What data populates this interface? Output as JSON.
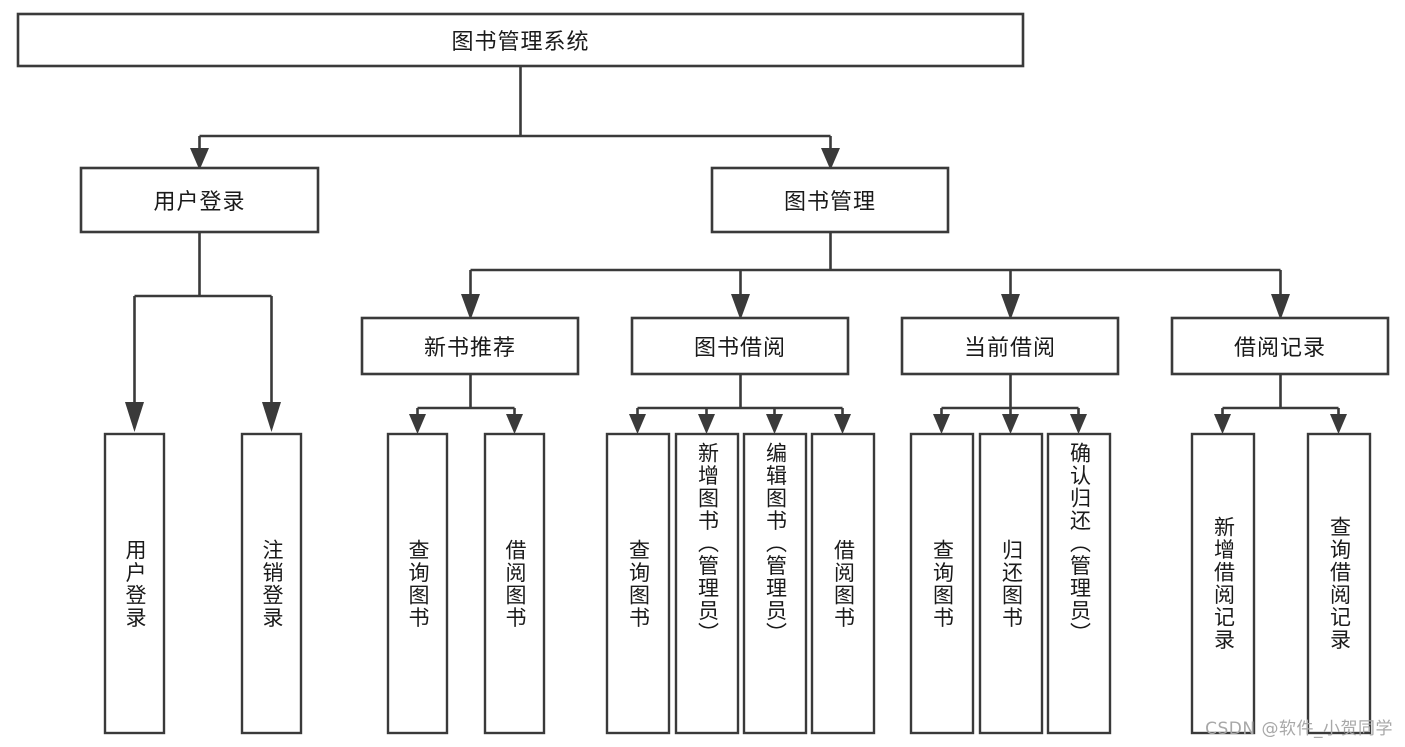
{
  "diagram": {
    "type": "tree",
    "title": "图书管理系统",
    "root": {
      "id": "root",
      "label": "图书管理系统",
      "orientation": "horizontal"
    },
    "level1": [
      {
        "id": "user-login",
        "label": "用户登录",
        "orientation": "horizontal"
      },
      {
        "id": "book-management",
        "label": "图书管理",
        "orientation": "horizontal"
      }
    ],
    "level2": [
      {
        "id": "new-book-recommend",
        "label": "新书推荐",
        "parent": "book-management",
        "orientation": "horizontal"
      },
      {
        "id": "book-borrow",
        "label": "图书借阅",
        "parent": "book-management",
        "orientation": "horizontal"
      },
      {
        "id": "current-borrow",
        "label": "当前借阅",
        "parent": "book-management",
        "orientation": "horizontal"
      },
      {
        "id": "borrow-record",
        "label": "借阅记录",
        "parent": "book-management",
        "orientation": "horizontal"
      }
    ],
    "leaves": [
      {
        "id": "leaf-user-login",
        "label": "用户登录",
        "parent": "user-login",
        "orientation": "vertical"
      },
      {
        "id": "leaf-user-logout",
        "label": "注销登录",
        "parent": "user-login",
        "orientation": "vertical"
      },
      {
        "id": "leaf-query-book-1",
        "label": "查询图书",
        "parent": "new-book-recommend",
        "orientation": "vertical"
      },
      {
        "id": "leaf-borrow-book-1",
        "label": "借阅图书",
        "parent": "new-book-recommend",
        "orientation": "vertical"
      },
      {
        "id": "leaf-query-book-2",
        "label": "查询图书",
        "parent": "book-borrow",
        "orientation": "vertical"
      },
      {
        "id": "leaf-add-book",
        "label": "新增图书（管理员）",
        "parent": "book-borrow",
        "orientation": "vertical"
      },
      {
        "id": "leaf-edit-book",
        "label": "编辑图书（管理员）",
        "parent": "book-borrow",
        "orientation": "vertical"
      },
      {
        "id": "leaf-borrow-book-2",
        "label": "借阅图书",
        "parent": "book-borrow",
        "orientation": "vertical"
      },
      {
        "id": "leaf-query-book-3",
        "label": "查询图书",
        "parent": "current-borrow",
        "orientation": "vertical"
      },
      {
        "id": "leaf-return-book",
        "label": "归还图书",
        "parent": "current-borrow",
        "orientation": "vertical"
      },
      {
        "id": "leaf-confirm-return",
        "label": "确认归还（管理员）",
        "parent": "current-borrow",
        "orientation": "vertical"
      },
      {
        "id": "leaf-add-record",
        "label": "新增借阅记录",
        "parent": "borrow-record",
        "orientation": "vertical"
      },
      {
        "id": "leaf-query-record",
        "label": "查询借阅记录",
        "parent": "borrow-record",
        "orientation": "vertical"
      }
    ],
    "watermark": "CSDN @软件_小贺同学",
    "colors": {
      "stroke": "#3a3a3a",
      "fill": "#ffffff",
      "text": "#1a1a1a",
      "watermark": "#a8a8a8",
      "background": "#ffffff"
    }
  }
}
